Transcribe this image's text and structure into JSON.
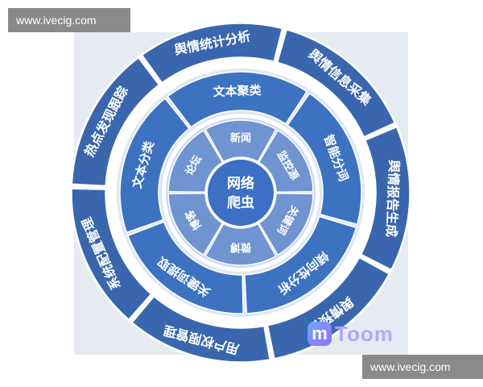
{
  "watermark_top": "www.ivecig.com",
  "watermark_bottom": "www.ivecig.com",
  "logo": {
    "mark": "m",
    "text": "Toom"
  },
  "colors": {
    "outer": "#3a66ad",
    "middle": "#3c72c0",
    "inner": "#6f94cf",
    "center": "#3d6fc4",
    "separator": "#ffffff"
  },
  "diagram": {
    "center": [
      "网络",
      "爬虫"
    ],
    "inner": [
      "新闻",
      "监控源",
      "关键词",
      "微博",
      "博客",
      "论坛"
    ],
    "middle": [
      "文本聚类",
      "智能分词",
      "倾向性分析",
      "关键词提取",
      "文本分类"
    ],
    "outer": [
      "舆情信息采集",
      "舆情报告生成",
      "舆情预警",
      "用户权限管理",
      "系统配置管理",
      "热点发现跟踪",
      "舆情统计分析"
    ]
  }
}
